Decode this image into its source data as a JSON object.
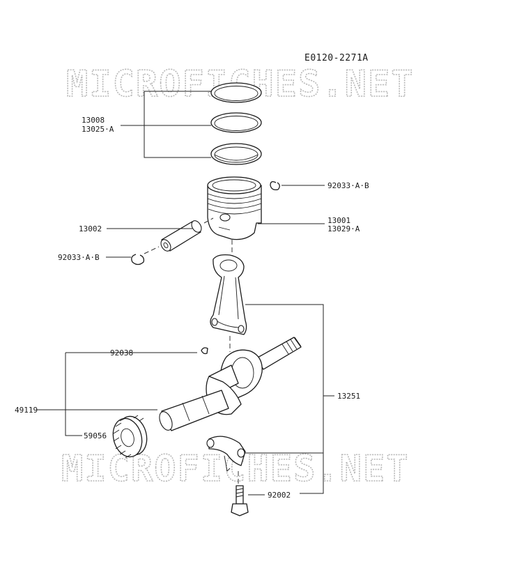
{
  "diagram": {
    "drawing_code": "E0120-2271A",
    "watermark_top": "MICROFICHES.NET",
    "watermark_bottom": "MICROFICHES.NET",
    "labels": {
      "rings_a": "13008",
      "rings_b": "13025·A",
      "clip_right": "92033·A·B",
      "piston_a": "13001",
      "piston_b": "13029·A",
      "pin": "13002",
      "clip_left": "92033·A·B",
      "key": "92038",
      "rod_assy": "13251",
      "crankshaft": "49119",
      "gear": "59056",
      "bolt": "92002"
    }
  }
}
